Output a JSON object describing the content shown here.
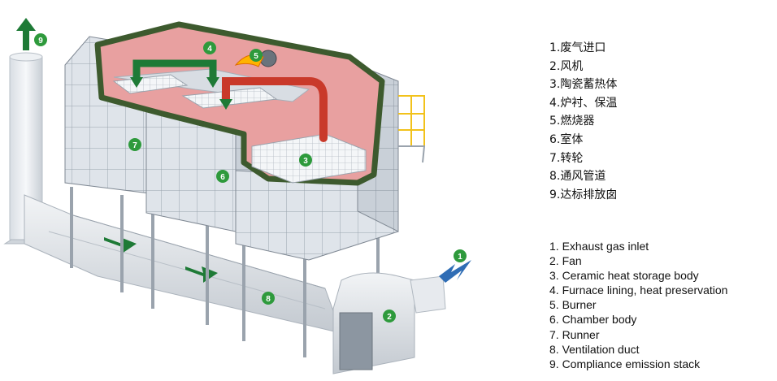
{
  "badges": {
    "b1": "1",
    "b2": "2",
    "b3": "3",
    "b4": "4",
    "b5": "5",
    "b6": "6",
    "b7": "7",
    "b8": "8",
    "b9": "9"
  },
  "legend_cn": [
    "1.废气进口",
    "2.风机",
    "3.陶瓷蓄热体",
    "4.炉衬、保温",
    "5.燃烧器",
    "6.室体",
    "7.转轮",
    "8.通风管道",
    "9.达标排放囱"
  ],
  "legend_en": [
    "1. Exhaust gas inlet",
    "2. Fan",
    "3. Ceramic heat storage body",
    "4. Furnace lining, heat preservation",
    "5. Burner",
    "6. Chamber body",
    "7. Runner",
    "8. Ventilation duct",
    "9. Compliance emission stack"
  ],
  "colors": {
    "badge": "#2e9a3c",
    "panel": "#dde2e8",
    "panel_line": "#9aa3ad",
    "lining": "#3d5a2e",
    "furnace_inner": "#e8a0a0",
    "arrow_green": "#1e7a36",
    "arrow_blue": "#2f6db5",
    "duct_red": "#c9392a",
    "flame": "#ffb300",
    "rail": "#f2c21b"
  }
}
